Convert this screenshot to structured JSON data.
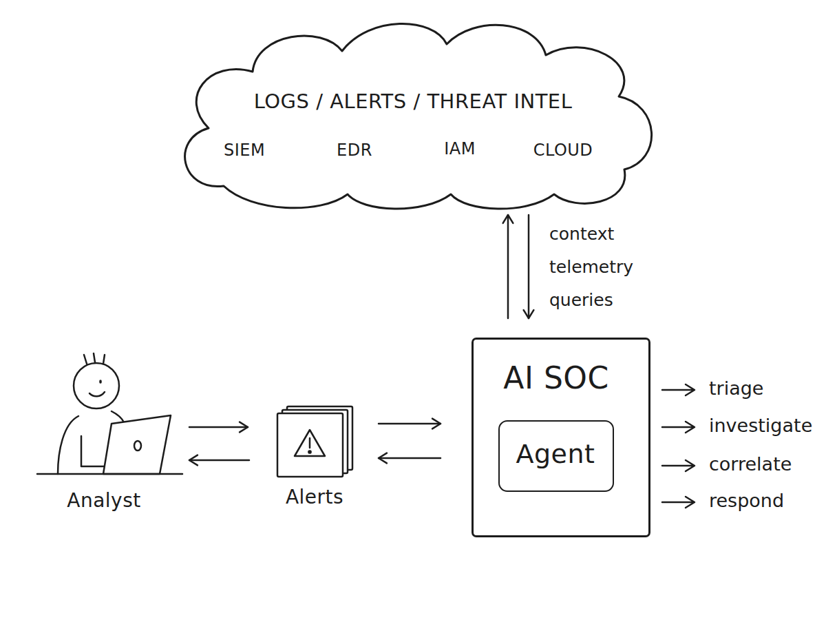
{
  "diagram": {
    "nodes": [
      {
        "text": [
          "LOGS / ALERTS / THREAT INTEL",
          "SIEM",
          "EDR",
          "IAM",
          "CLOUD"
        ]
      },
      {
        "text": [
          "Analyst"
        ]
      },
      {
        "text": [
          "Alerts"
        ]
      },
      {
        "text": [
          "AI SOC"
        ]
      },
      {
        "text": [
          "Agent"
        ],
        "in": 3
      }
    ],
    "edges": [
      {
        "from": 1,
        "to": 2,
        "arrow": "to"
      },
      {
        "from": 2,
        "to": 1,
        "arrow": "to"
      },
      {
        "from": 2,
        "to": 3,
        "arrow": "to"
      },
      {
        "from": 3,
        "to": 2,
        "arrow": "to"
      },
      {
        "from": 3,
        "to": 0,
        "arrow": "to"
      },
      {
        "from": 0,
        "to": 3,
        "arrow": "to",
        "label": "context telemetry queries"
      }
    ],
    "labels": [
      "triage",
      "investigate",
      "correlate",
      "respond"
    ]
  }
}
